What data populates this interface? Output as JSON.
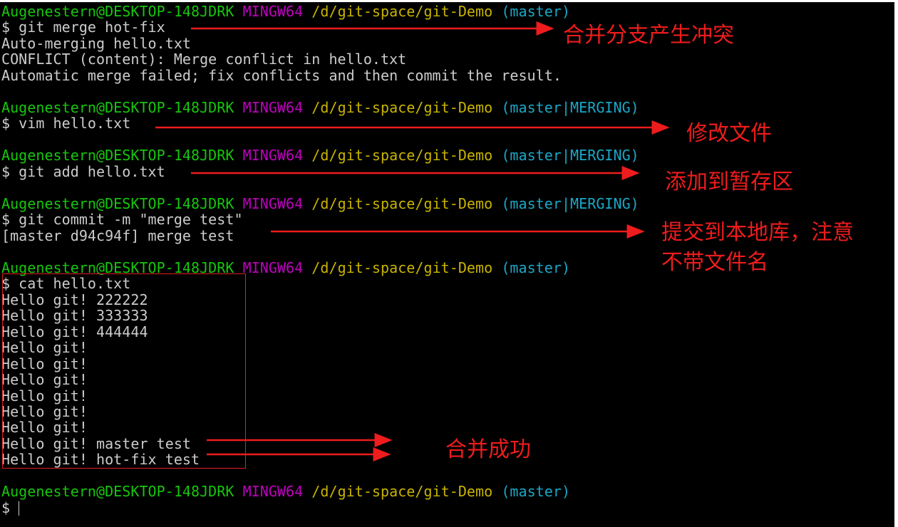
{
  "prompt": {
    "user": "Augenestern@DESKTOP-148JDRK",
    "shell": "MINGW64",
    "path": "/d/git-space/git-Demo",
    "branch": "(master)",
    "branch_merging": "(master|MERGING)"
  },
  "lines": {
    "l1": "$ git merge hot-fix",
    "l2": "Auto-merging hello.txt",
    "l3": "CONFLICT (content): Merge conflict in hello.txt",
    "l4": "Automatic merge failed; fix conflicts and then commit the result.",
    "l7": "$ vim hello.txt",
    "l10": "$ git add hello.txt",
    "l13": "$ git commit -m \"merge test\"",
    "l14": "[master d94c94f] merge test",
    "l17": "$ cat hello.txt",
    "out": [
      "Hello git! 222222",
      "Hello git! 333333",
      "Hello git! 444444",
      "Hello git!",
      "Hello git!",
      "Hello git!",
      "Hello git!",
      "Hello git!",
      "Hello git!",
      "Hello git! master test",
      "Hello git! hot-fix test"
    ],
    "last": "$ "
  },
  "annotations": {
    "a1": "合并分支产生冲突",
    "a2": "修改文件",
    "a3": "添加到暂存区",
    "a4": "提交到本地库，注意",
    "a4b": "不带文件名",
    "a5": "合并成功"
  },
  "colors": {
    "annotation": "#ee1c1c",
    "user": "#16c60c",
    "shell": "#c000c0",
    "path": "#c8b400",
    "branch": "#1aa8c8"
  }
}
